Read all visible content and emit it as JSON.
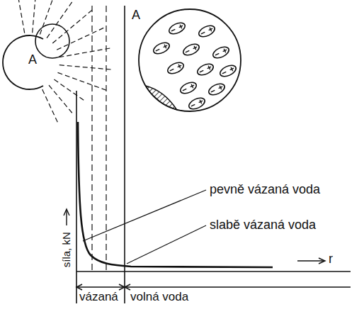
{
  "diagram": {
    "nodes": [
      {
        "text": [
          "A"
        ]
      },
      {
        "text": [
          "A"
        ]
      }
    ],
    "labels": [
      "síla, kN",
      "pevně vázaná voda",
      "slabě vázaná voda",
      "r",
      "vázaná",
      "volná voda"
    ]
  }
}
